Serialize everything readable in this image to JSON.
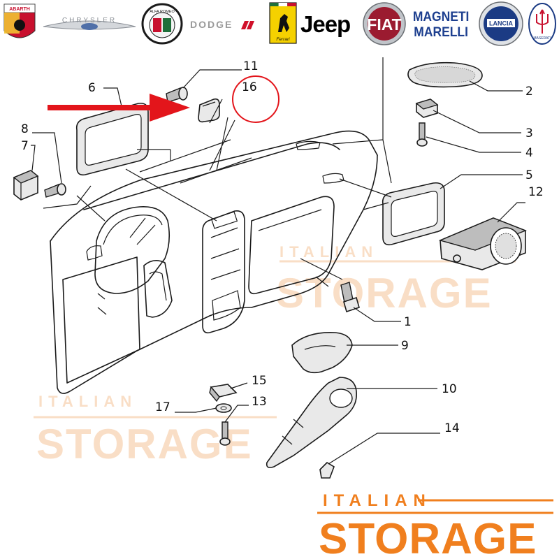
{
  "brands": [
    {
      "id": "abarth",
      "label": "ABARTH",
      "icon": "abarth-scorpion-icon",
      "color": "#c8102e"
    },
    {
      "id": "chrysler",
      "label": "CHRYSLER",
      "icon": "chrysler-wings-icon",
      "color": "#8a8f96"
    },
    {
      "id": "alfa-romeo",
      "label": "ALFA ROMEO",
      "icon": "alfa-romeo-badge-icon",
      "color": "#1f6f3a"
    },
    {
      "id": "dodge",
      "label": "DODGE",
      "icon": "dodge-stripes-icon",
      "color": "#d0102a"
    },
    {
      "id": "ferrari",
      "label": "Ferrari",
      "icon": "ferrari-horse-icon",
      "color": "#f5d100"
    },
    {
      "id": "jeep",
      "label": "Jeep",
      "icon": "jeep-wordmark-icon",
      "color": "#000000"
    },
    {
      "id": "fiat",
      "label": "FIAT",
      "icon": "fiat-badge-icon",
      "color": "#9b1b30"
    },
    {
      "id": "magneti-marelli",
      "label_line1": "MAGNETI",
      "label_line2": "MARELLI",
      "icon": "magneti-marelli-wordmark-icon",
      "color": "#1d3f8f"
    },
    {
      "id": "lancia",
      "label": "LANCIA",
      "icon": "lancia-shield-icon",
      "color": "#1b3b84"
    },
    {
      "id": "maserati",
      "label": "MASERATI",
      "icon": "maserati-trident-icon",
      "color": "#1b3b84"
    }
  ],
  "callouts": [
    "1",
    "2",
    "3",
    "4",
    "5",
    "6",
    "7",
    "8",
    "9",
    "10",
    "11",
    "12",
    "13",
    "14",
    "15",
    "16",
    "17"
  ],
  "watermark": {
    "line1": "ITALIAN",
    "line2": "STORAGE",
    "color": "#f07f1e",
    "faded_color": "#f9d9bd"
  },
  "highlight": {
    "arrow_color": "#e3151b",
    "circle_color": "#e3151b",
    "target_part": "16"
  }
}
